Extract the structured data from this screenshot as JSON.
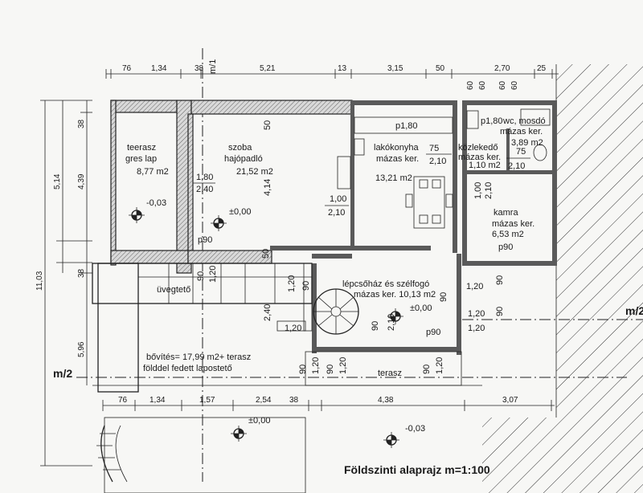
{
  "title": "Földszinti alaprajz  m=1:100",
  "axis_labels": {
    "vertical": "m/1",
    "horizontal_left": "m/2",
    "horizontal_right": "m/2"
  },
  "top_dimensions": [
    "76",
    "1,34",
    "38",
    "5,21",
    "13",
    "3,15",
    "50",
    "2,70",
    "25"
  ],
  "top_small_dims": [
    "60",
    "60",
    "60",
    "60"
  ],
  "left_dimensions": [
    "38",
    "5,14",
    "4,39",
    "11,03",
    "38",
    "5,96"
  ],
  "bottom_dimensions": [
    "76",
    "1,34",
    "1,57",
    "2,54",
    "38",
    "4,38",
    "3,07"
  ],
  "rooms": {
    "terasz": {
      "name": "teerasz",
      "material": "gres lap",
      "area": "8,77 m2",
      "level": "-0,03"
    },
    "szoba": {
      "name": "szoba",
      "material": "hajópadló",
      "area": "21,52 m2",
      "level": "±0,00"
    },
    "lakokonyha": {
      "name": "lakókonyha",
      "material": "mázas ker.",
      "area": "13,21 m2"
    },
    "wc": {
      "name": "wc, mosdó",
      "material": "mázas ker.",
      "area": "3,89 m2"
    },
    "kozlekedo": {
      "name": "közlekedő",
      "material": "mázas ker.",
      "area": "1,10 m2"
    },
    "kamra": {
      "name": "kamra",
      "material": "mázas ker.",
      "area": "6,53 m2"
    },
    "lepcsohaz": {
      "name": "lépcsőház és szélfogó",
      "material": "mázas ker.",
      "area": "10,13 m2",
      "level": "±0,00"
    },
    "terasz_kulso": {
      "name": "terasz"
    }
  },
  "annotations": {
    "uvegteto": "üvegtető",
    "bovites_1": "bővítés= 17,99 m2+ terasz",
    "bovites_2": "földdel fedett lapostető",
    "level_south_1": "±0,00",
    "level_south_2": "-0,03"
  },
  "openings": {
    "d1_w": "1,80",
    "d1_h": "2,40",
    "d2_w": "1,00",
    "d2_h": "2,10",
    "d3_w": "75",
    "d3_h": "2,10",
    "d4_w": "75",
    "d4_h": "2,10",
    "d5_w": "1,00",
    "d5_h": "2,10",
    "d6_w": "90",
    "d6_h": "2,10",
    "w_top_k": "p1,80",
    "w_top_wc": "p1,80",
    "w_p90_1": "p90",
    "w_p90_2": "p90",
    "w_p90_3": "p90",
    "w_50_a": "50",
    "w_50_b": "50",
    "w_90_a": "90",
    "w_90_b": "90",
    "w_90_c": "90",
    "w_120_a": "1,20",
    "w_120_b": "1,20",
    "w_120_c": "1,20",
    "w_120_d": "1,20",
    "w_240": "2,40",
    "w_90_l1": "90",
    "w_120_l1": "1,20",
    "w_90_s1": "90",
    "w_120_s1": "1,20",
    "w_90_s2": "90",
    "w_120_s2": "1,20",
    "w_90_s3": "90",
    "w_120_s3": "1,20",
    "w_90_l2": "90",
    "w_120_l2": "1,20"
  }
}
